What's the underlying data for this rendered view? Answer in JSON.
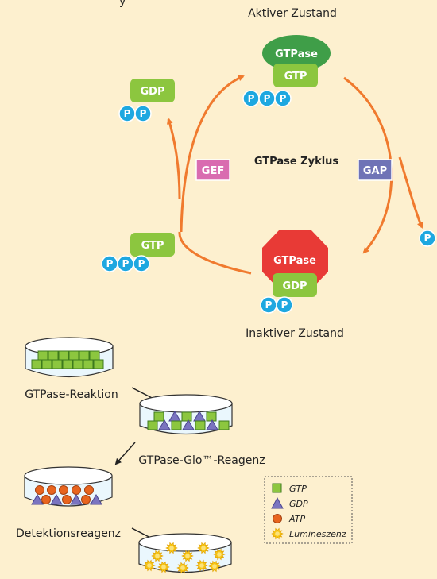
{
  "cycle": {
    "title": "GTPase Zyklus",
    "active_state": "Aktiver Zustand",
    "inactive_state": "Inaktiver Zustand",
    "gtpase_label": "GTPase",
    "gtp_label": "GTP",
    "gdp_label": "GDP",
    "p_label": "P",
    "gef_label": "GEF",
    "gap_label": "GAP",
    "title_partial": "y"
  },
  "workflow": {
    "steps": [
      "GTPase-Reaktion",
      "GTPase-Glo™-Reagenz",
      "Detektionsreagenz"
    ]
  },
  "legend": {
    "items": [
      "GTP",
      "GDP",
      "ATP",
      "Lumineszenz"
    ]
  },
  "colors": {
    "background": "#fdf0cf",
    "gtp_green": "#8cc63f",
    "gtpase_dark_green": "#3f9e48",
    "gtpase_red": "#e83a36",
    "phosphate_blue": "#1ea8e0",
    "arrow_orange": "#f07a2e",
    "gef_pink": "#d96cb0",
    "gap_purple": "#6f73b6",
    "gdp_triangle": "#7a74c0",
    "atp_orange": "#e8641e",
    "lumi_yellow": "#f7c515"
  }
}
